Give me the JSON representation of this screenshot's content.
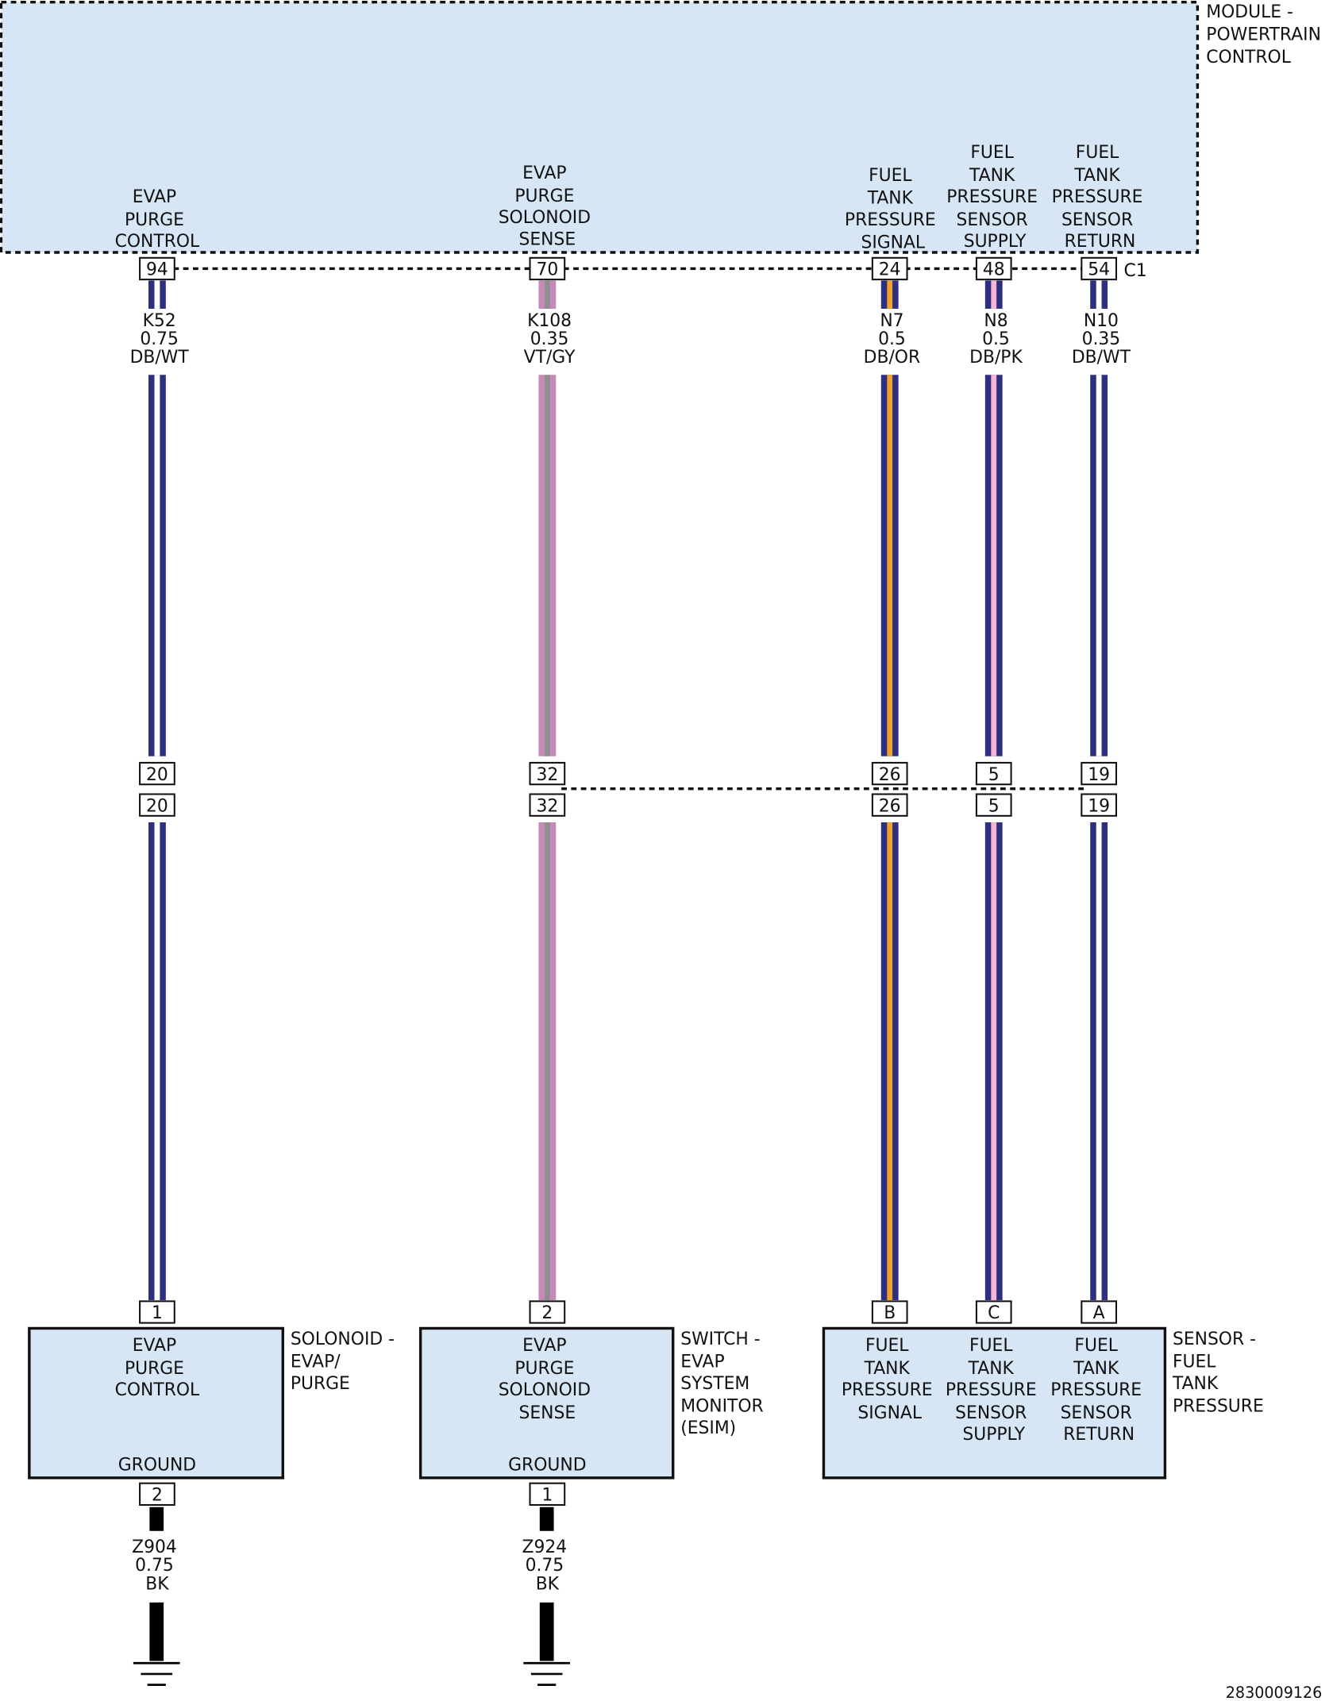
{
  "colors": {
    "module_fill": "#d6e6f5",
    "border": "#111111",
    "DB": "#2e2f7e",
    "WT": "#ffffff",
    "VT": "#c58ab8",
    "GY": "#8f8f8f",
    "OR": "#f2a12c",
    "PK": "#f4b6d0",
    "BK": "#000000"
  },
  "pcm": {
    "title_lines": [
      "MODULE -",
      "POWERTRAIN",
      "CONTROL"
    ],
    "connector": "C1"
  },
  "circuits": [
    {
      "id": "k52",
      "pcm_label": [
        "EVAP",
        "PURGE",
        "CONTROL"
      ],
      "pcm_pin": "94",
      "wire": {
        "code": "K52",
        "gauge": "0.75",
        "color": "DB/WT",
        "base": "DB",
        "stripe": "WT"
      },
      "inline_pin": "20",
      "device_pin": "1"
    },
    {
      "id": "k108",
      "pcm_label": [
        "EVAP",
        "PURGE",
        "SOLONOID",
        "SENSE"
      ],
      "pcm_pin": "70",
      "wire": {
        "code": "K108",
        "gauge": "0.35",
        "color": "VT/GY",
        "base": "VT",
        "stripe": "GY"
      },
      "inline_pin": "32",
      "device_pin": "2"
    },
    {
      "id": "n7",
      "pcm_label": [
        "FUEL",
        "TANK",
        "PRESSURE",
        "SIGNAL"
      ],
      "pcm_pin": "24",
      "wire": {
        "code": "N7",
        "gauge": "0.5",
        "color": "DB/OR",
        "base": "DB",
        "stripe": "OR"
      },
      "inline_pin": "26",
      "device_pin": "B"
    },
    {
      "id": "n8",
      "pcm_label": [
        "FUEL",
        "TANK",
        "PRESSURE",
        "SENSOR",
        "SUPPLY"
      ],
      "pcm_pin": "48",
      "wire": {
        "code": "N8",
        "gauge": "0.5",
        "color": "DB/PK",
        "base": "DB",
        "stripe": "PK"
      },
      "inline_pin": "5",
      "device_pin": "C"
    },
    {
      "id": "n10",
      "pcm_label": [
        "FUEL",
        "TANK",
        "PRESSURE",
        "SENSOR",
        "RETURN"
      ],
      "pcm_pin": "54",
      "wire": {
        "code": "N10",
        "gauge": "0.35",
        "color": "DB/WT",
        "base": "DB",
        "stripe": "WT"
      },
      "inline_pin": "19",
      "device_pin": "A"
    }
  ],
  "devices": [
    {
      "id": "solenoid",
      "name_lines": [
        "SOLONOID -",
        "EVAP/",
        "PURGE"
      ],
      "inner_label": [
        "EVAP",
        "PURGE",
        "CONTROL"
      ],
      "ground_label": "GROUND",
      "ground": {
        "pin": "2",
        "code": "Z904",
        "gauge": "0.75",
        "color": "BK"
      }
    },
    {
      "id": "esim",
      "name_lines": [
        "SWITCH -",
        "EVAP",
        "SYSTEM",
        "MONITOR",
        "(ESIM)"
      ],
      "inner_label": [
        "EVAP",
        "PURGE",
        "SOLONOID",
        "SENSE"
      ],
      "ground_label": "GROUND",
      "ground": {
        "pin": "1",
        "code": "Z924",
        "gauge": "0.75",
        "color": "BK"
      }
    },
    {
      "id": "sensor",
      "name_lines": [
        "SENSOR -",
        "FUEL",
        "TANK",
        "PRESSURE"
      ],
      "inner_labels": [
        [
          "FUEL",
          "TANK",
          "PRESSURE",
          "SIGNAL"
        ],
        [
          "FUEL",
          "TANK",
          "PRESSURE",
          "SENSOR",
          "SUPPLY"
        ],
        [
          "FUEL",
          "TANK",
          "PRESSURE",
          "SENSOR",
          "RETURN"
        ]
      ]
    }
  ],
  "figure_id": "2830009126"
}
